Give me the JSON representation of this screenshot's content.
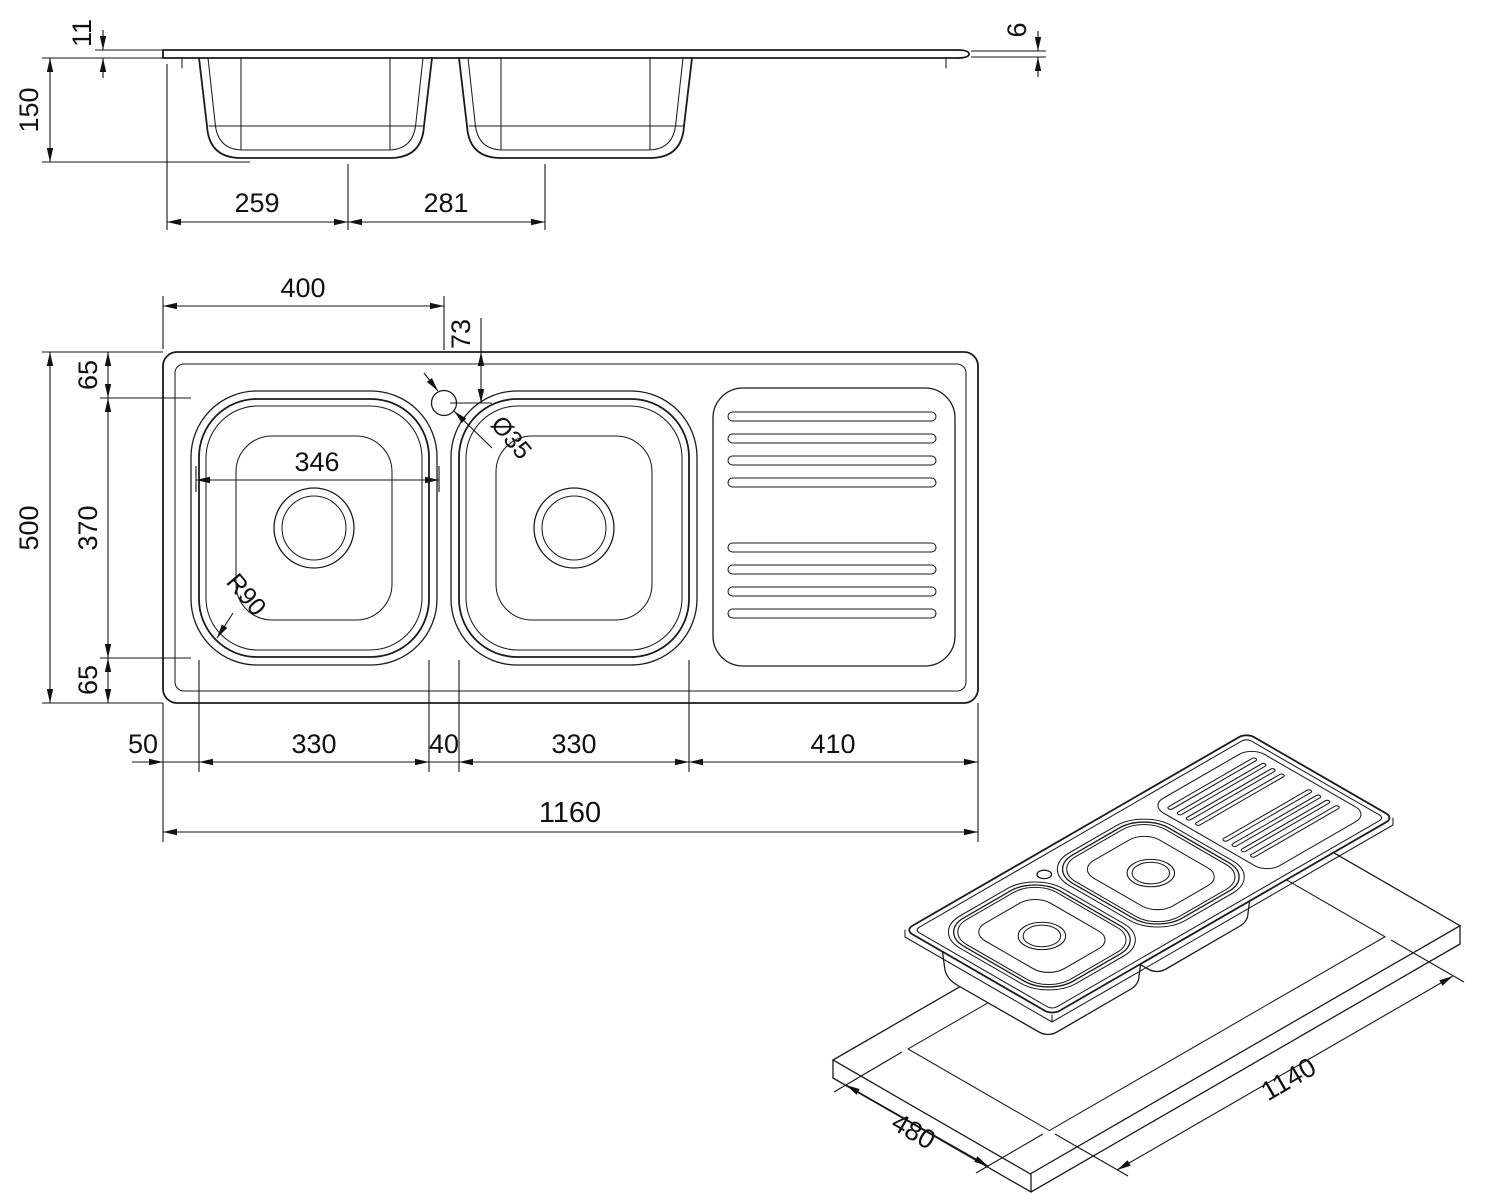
{
  "front_view": {
    "rim_height": "11",
    "bowl_depth": "150",
    "edge_thickness": "6",
    "left_bowl_bottom_width": "259",
    "right_bowl_bottom_width": "281"
  },
  "plan_view": {
    "tap_hole_from_left": "400",
    "tap_hole_from_top": "73",
    "top_margin": "65",
    "bowl_inner_depth": "370",
    "bottom_margin": "65",
    "overall_depth": "500",
    "left_bowl_inner_width": "346",
    "tap_hole_diameter": "Ø35",
    "bowl_corner_radius": "R90",
    "left_margin": "50",
    "left_bowl_width": "330",
    "divider_width": "40",
    "right_bowl_width": "330",
    "drainer_length": "410",
    "overall_length": "1160"
  },
  "iso_view": {
    "cutout_length": "1140",
    "cutout_width": "480"
  }
}
